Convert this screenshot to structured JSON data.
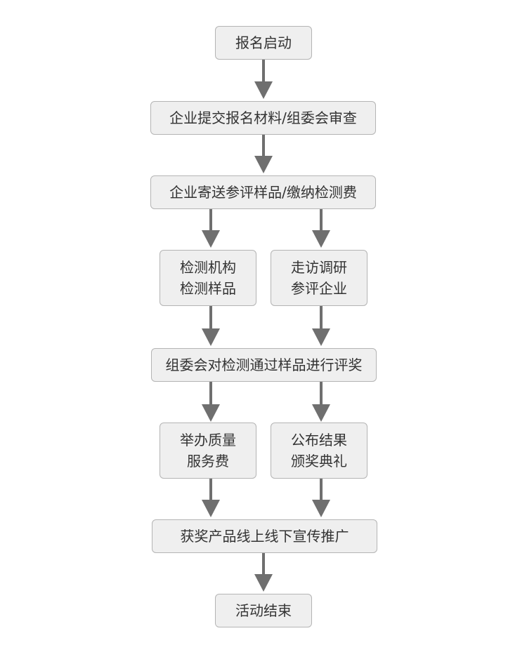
{
  "nodes": {
    "start": "报名启动",
    "submit": "企业提交报名材料/组委会审查",
    "send": "企业寄送参评样品/缴纳检测费",
    "test_line1": "检测机构",
    "test_line2": "检测样品",
    "visit_line1": "走访调研",
    "visit_line2": "参评企业",
    "review": "组委会对检测通过样品进行评奖",
    "service_line1": "举办质量",
    "service_line2": "服务费",
    "announce_line1": "公布结果",
    "announce_line2": "颁奖典礼",
    "promote": "获奖产品线上线下宣传推广",
    "end": "活动结束"
  },
  "colors": {
    "node_fill": "#efefef",
    "node_border": "#b4b4b4",
    "arrow": "#6f6f6f",
    "text": "#333333"
  }
}
